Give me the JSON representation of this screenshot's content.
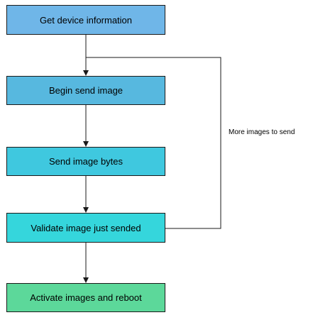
{
  "nodes": [
    {
      "label": "Get device information",
      "color": "#6fb6e8"
    },
    {
      "label": "Begin send image",
      "color": "#57b8df"
    },
    {
      "label": "Send image bytes",
      "color": "#3fc8df"
    },
    {
      "label": "Validate image just sended",
      "color": "#35d6dc"
    },
    {
      "label": "Activate images and reboot",
      "color": "#5cd89a"
    }
  ],
  "loop_label": "More images to send",
  "colors": {
    "line": "#1a1a1a",
    "text": "#000000"
  }
}
